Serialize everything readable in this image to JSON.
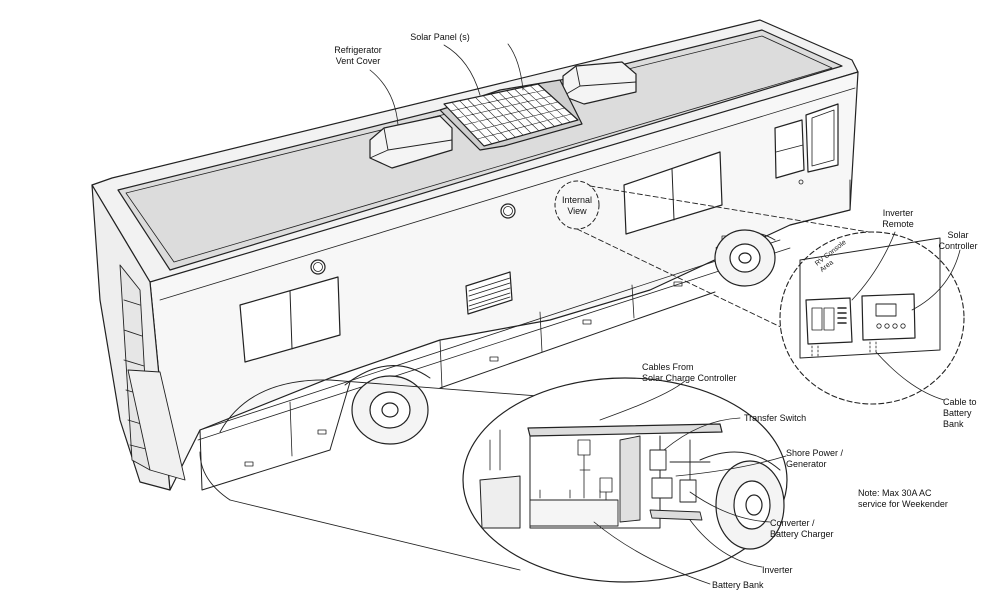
{
  "labels": {
    "refrigerator_vent": "Refrigerator\nVent Cover",
    "solar_panels": "Solar Panel (s)",
    "internal_view": "Internal\nView",
    "inverter_remote": "Inverter\nRemote",
    "solar_controller": "Solar\nController",
    "rv_console": "RV Console\nArea",
    "cable_to_battery": "Cable to\nBattery\nBank",
    "cables_from_controller": "Cables From\nSolar Charge Controller",
    "transfer_switch": "Transfer Switch",
    "shore_power": "Shore Power /\nGenerator",
    "converter": "Converter /\nBattery Charger",
    "inverter": "Inverter",
    "battery_bank": "Battery Bank",
    "note": "Note: Max 30A AC\nservice for Weekender"
  },
  "colors": {
    "line": "#222222",
    "roof": "#dcdcdc",
    "body": "#f7f7f7",
    "side_shade": "#eeeeee",
    "panel_cell": "#ffffff"
  }
}
